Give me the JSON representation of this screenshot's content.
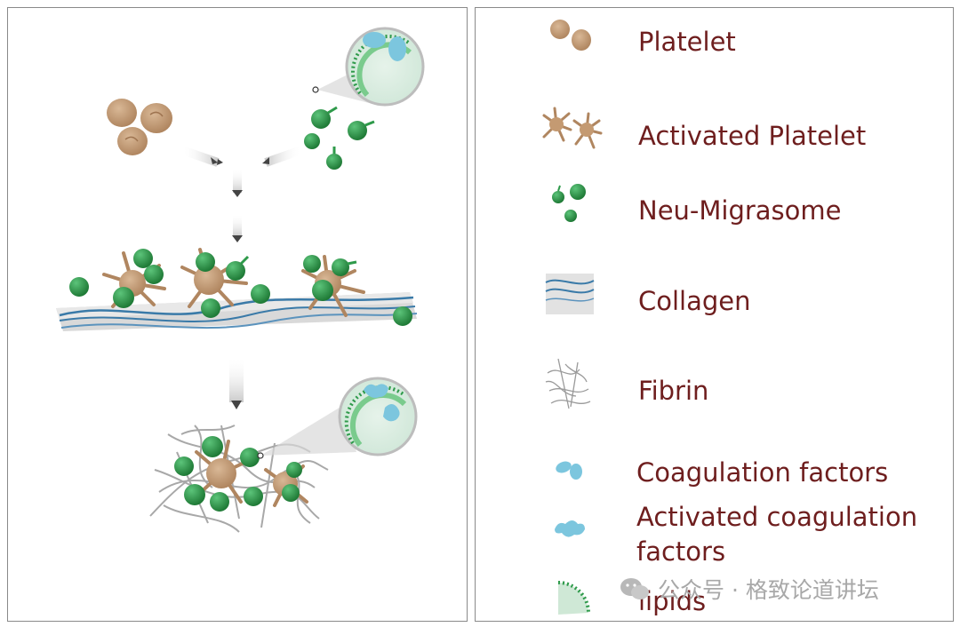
{
  "legend": {
    "items": [
      {
        "label": "Platelet",
        "icon": "platelet-icon"
      },
      {
        "label": "Activated Platelet",
        "icon": "activated-platelet-icon"
      },
      {
        "label": "Neu-Migrasome",
        "icon": "neu-migrasome-icon"
      },
      {
        "label": "Collagen",
        "icon": "collagen-icon"
      },
      {
        "label": "Fibrin",
        "icon": "fibrin-icon"
      },
      {
        "label": "Coagulation factors",
        "icon": "coagulation-factors-icon"
      },
      {
        "label": "Activated coagulation factors",
        "label_line1": "Activated coagulation",
        "label_line2": "factors",
        "icon": "activated-coagulation-factors-icon"
      },
      {
        "label": "lipids",
        "icon": "lipids-icon"
      }
    ]
  },
  "watermark": {
    "text": "公众号 · 格致论道讲坛",
    "icon": "wechat-icon"
  },
  "colors": {
    "platelet": "#c49a72",
    "migrasome_green": "#2e9a4a",
    "collagen_blue": "#3a7aa8",
    "coag_blue": "#7cc6de",
    "label_text": "#6e1e1e",
    "panel_border": "#8a8a8a"
  }
}
